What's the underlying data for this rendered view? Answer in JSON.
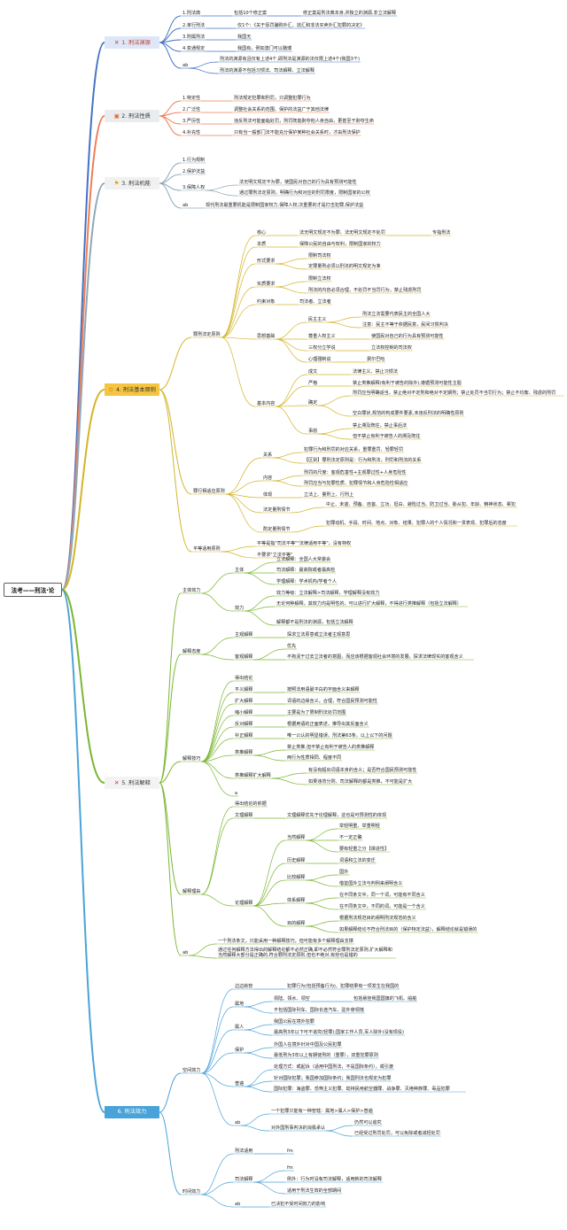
{
  "root": "法考——刑法·论",
  "colors": {
    "s1": "#4472c4",
    "s2": "#ed7d55",
    "s3": "#8fa8b8",
    "s4": "#d4b42a",
    "s5": "#7ab632",
    "s6": "#4aa3d8"
  },
  "sections": [
    {
      "id": "s1",
      "label": "1. 刑法渊源",
      "icon": "cross-icon",
      "glyph": "✕",
      "fill": "#dde7f7",
      "iconColor": "#c0392b",
      "textColor": "#c0392b"
    },
    {
      "id": "s2",
      "label": "2. 刑法性质",
      "icon": "robot-icon",
      "glyph": "▣",
      "fill": "#e9edf0",
      "iconColor": "#e26a2c",
      "textColor": "#333"
    },
    {
      "id": "s3",
      "label": "3. 刑法机能",
      "icon": "flag-icon",
      "glyph": "⚑",
      "fill": "#f1f1f1",
      "iconColor": "#e8a300",
      "textColor": "#333"
    },
    {
      "id": "s4",
      "label": "4. 刑法基本原则",
      "icon": "star-icon",
      "glyph": "✩",
      "fill": "#f5c542",
      "iconColor": "#c05000",
      "textColor": "#333"
    },
    {
      "id": "s5",
      "label": "5. 刑法解释",
      "icon": "cross-icon",
      "glyph": "✕",
      "fill": "#f3f3f3",
      "iconColor": "#c0392b",
      "textColor": "#333"
    },
    {
      "id": "s6",
      "label": "6. 刑法效力",
      "icon": "",
      "glyph": "",
      "fill": "#4aa3d8",
      "iconColor": "#fff",
      "textColor": "#ffffff"
    }
  ],
  "nodes": [
    {
      "id": "s1a",
      "sec": "s1",
      "text": "1.刑法典"
    },
    {
      "id": "s1a1",
      "sec": "s1",
      "text": "包括10个修正案"
    },
    {
      "id": "s1a2",
      "sec": "s1",
      "text": "修正案是刑法典本身,并独立的渊源,非立法解释"
    },
    {
      "id": "s1b",
      "sec": "s1",
      "text": "2.单行刑法"
    },
    {
      "id": "s1b1",
      "sec": "s1",
      "text": "仅1个：《关于惩罚骗购外汇、逃汇和非法买卖外汇犯罪的决定》"
    },
    {
      "id": "s1c",
      "sec": "s1",
      "text": "3.附属刑法"
    },
    {
      "id": "s1c1",
      "sec": "s1",
      "text": "我国无"
    },
    {
      "id": "s1d",
      "sec": "s1",
      "text": "4.变通规定"
    },
    {
      "id": "s1d1",
      "sec": "s1",
      "text": "我国有，例如澳门可以赌博"
    },
    {
      "id": "s1e",
      "sec": "s1",
      "text": "ab"
    },
    {
      "id": "s1e1",
      "sec": "s1",
      "text": "刑法的渊源有且仅有上述4个,即刑法是渊源的法仅限上述4个(我国3个)"
    },
    {
      "id": "s1e2",
      "sec": "s1",
      "text": "刑法的渊源不包括习惯法、司法解释、立法解释"
    },
    {
      "id": "s2a",
      "sec": "s2",
      "text": "1.特定性"
    },
    {
      "id": "s2a1",
      "sec": "s2",
      "text": "刑法规定犯罪和刑罚，只调整犯罪行为"
    },
    {
      "id": "s2b",
      "sec": "s2",
      "text": "2.广泛性"
    },
    {
      "id": "s2b1",
      "sec": "s2",
      "text": "调整社会关系的范围、保护的法益广于其他法律"
    },
    {
      "id": "s2c",
      "sec": "s2",
      "text": "3.严厉性"
    },
    {
      "id": "s2c1",
      "sec": "s2",
      "text": "违反刑法可能面临处罚，刑罚既能剥夺他人身自由，更甚至于剥夺生命"
    },
    {
      "id": "s2d",
      "sec": "s2",
      "text": "4.补充性"
    },
    {
      "id": "s2d1",
      "sec": "s2",
      "text": "只有当一般部门法不能充分保护某种社会关系时，才由刑法保护"
    },
    {
      "id": "s3a",
      "sec": "s3",
      "text": "1.行为规制"
    },
    {
      "id": "s3b",
      "sec": "s3",
      "text": "2.保护法益"
    },
    {
      "id": "s3c",
      "sec": "s3",
      "text": "3.保障人权"
    },
    {
      "id": "s3c1",
      "sec": "s3",
      "text": "法无明文规定不为罪，使国民对自己的行为具有预测可能性"
    },
    {
      "id": "s3c2",
      "sec": "s3",
      "text": "通过罪刑法定原则，明确行为和对应的刑罚限度，限制国家的公权"
    },
    {
      "id": "s3d",
      "sec": "s3",
      "text": "ab"
    },
    {
      "id": "s3d1",
      "sec": "s3",
      "text": "现代刑法最重要机能是限制国家权力,保障人权;次重要的才是打击犯罪,保护法益"
    },
    {
      "id": "s4a",
      "sec": "s4",
      "text": "罪刑法定原则"
    },
    {
      "id": "s4a1",
      "sec": "s4",
      "text": "核心"
    },
    {
      "id": "s4a1a",
      "sec": "s4",
      "text": "法无明文规定不为罪、法无明文规定不处罚"
    },
    {
      "id": "s4a1b",
      "sec": "s4",
      "text": "专指刑法"
    },
    {
      "id": "s4a2",
      "sec": "s4",
      "text": "本质"
    },
    {
      "id": "s4a2a",
      "sec": "s4",
      "text": "保障公民的自由与权利，限制国家的权力"
    },
    {
      "id": "s4a3",
      "sec": "s4",
      "text": "形式要求"
    },
    {
      "id": "s4a3a",
      "sec": "s4",
      "text": "限制司法权"
    },
    {
      "id": "s4a3b",
      "sec": "s4",
      "text": "定罪量刑必须以刑法的明文规定为准"
    },
    {
      "id": "s4a4",
      "sec": "s4",
      "text": "实质要求"
    },
    {
      "id": "s4a4a",
      "sec": "s4",
      "text": "限制立法权"
    },
    {
      "id": "s4a4b",
      "sec": "s4",
      "text": "刑法的内容必须合理，不处罚不当罚行为，禁止残虐刑罚"
    },
    {
      "id": "s4a5",
      "sec": "s4",
      "text": "约束对象"
    },
    {
      "id": "s4a5a",
      "sec": "s4",
      "text": "司法者、立法者"
    },
    {
      "id": "s4a6",
      "sec": "s4",
      "text": "思想基础"
    },
    {
      "id": "s4a6a",
      "sec": "s4",
      "text": "民主主义"
    },
    {
      "id": "s4a6a1",
      "sec": "s4",
      "text": "刑法立法需要代表民主的全国人大"
    },
    {
      "id": "s4a6a2",
      "sec": "s4",
      "text": "注意：民主不等于依据民意，民间习惯判决"
    },
    {
      "id": "s4a6b",
      "sec": "s4",
      "text": "尊重人权主义"
    },
    {
      "id": "s4a6b1",
      "sec": "s4",
      "text": "使国民对自己的行为具有预测可能性"
    },
    {
      "id": "s4a6c",
      "sec": "s4",
      "text": "三权分立学说"
    },
    {
      "id": "s4a6c1",
      "sec": "s4",
      "text": "立法权控制的司法权"
    },
    {
      "id": "s4a6d",
      "sec": "s4",
      "text": "心理强制说"
    },
    {
      "id": "s4a6d1",
      "sec": "s4",
      "text": "费尔巴哈"
    },
    {
      "id": "s4a7",
      "sec": "s4",
      "text": "基本内容"
    },
    {
      "id": "s4a7a",
      "sec": "s4",
      "text": "成文"
    },
    {
      "id": "s4a7a1",
      "sec": "s4",
      "text": "法律主义、禁止习惯法"
    },
    {
      "id": "s4a7b",
      "sec": "s4",
      "text": "严格"
    },
    {
      "id": "s4a7b1",
      "sec": "s4",
      "text": "禁止类推解释(有利于被告的除外),遵循预测可能性主题"
    },
    {
      "id": "s4a7c",
      "sec": "s4",
      "text": "确定"
    },
    {
      "id": "s4a7c1",
      "sec": "s4",
      "text": "刑罚应当明确适当，禁止绝对不定刑和绝对不定期刑；禁止处罚不当罚行为；禁止不均衡、残虐的刑罚"
    },
    {
      "id": "s4a7c2",
      "sec": "s4",
      "text": "空白罪状,规范的构成要件要素,未违反刑法的明确性原则"
    },
    {
      "id": "s4a7d",
      "sec": "s4",
      "text": "事前"
    },
    {
      "id": "s4a7d1",
      "sec": "s4",
      "text": "禁止溯及既往，禁止事后法"
    },
    {
      "id": "s4a7d2",
      "sec": "s4",
      "text": "但不禁止有利于被告人的溯及既往"
    },
    {
      "id": "s4b",
      "sec": "s4",
      "text": "罪行相适应原则"
    },
    {
      "id": "s4b1",
      "sec": "s4",
      "text": "关系"
    },
    {
      "id": "s4b1a",
      "sec": "s4",
      "text": "犯罪行为和刑罚的对应关系，重罪重罚、轻罪轻罚"
    },
    {
      "id": "s4b1b",
      "sec": "s4",
      "text": "【区别】罪刑法定原则是：行为和刑法，刑罚和刑法的关系"
    },
    {
      "id": "s4b2",
      "sec": "s4",
      "text": "内容"
    },
    {
      "id": "s4b2a",
      "sec": "s4",
      "text": "刑罚的尺度：客观危害性+主观罪过性+人身危险性"
    },
    {
      "id": "s4b2b",
      "sec": "s4",
      "text": "刑罚应当与犯罪性质、犯罪情节和人身危险性相适应"
    },
    {
      "id": "s4b3",
      "sec": "s4",
      "text": "体现"
    },
    {
      "id": "s4b3a",
      "sec": "s4",
      "text": "立法上、量刑上、行刑上"
    },
    {
      "id": "s4b4",
      "sec": "s4",
      "text": "法定量刑情节"
    },
    {
      "id": "s4b4a",
      "sec": "s4",
      "text": "中止、未遂、预备、自首、立功、坦白、避险过当、防卫过当、胁从犯、年龄、精神状态、累犯"
    },
    {
      "id": "s4b5",
      "sec": "s4",
      "text": "酌定量刑情节"
    },
    {
      "id": "s4b5a",
      "sec": "s4",
      "text": "犯罪动机、手段、时间、地点、对象、结果、犯罪人的个人情况和一贯表现、犯罪后的态度"
    },
    {
      "id": "s4c",
      "sec": "s4",
      "text": "平等适用原则"
    },
    {
      "id": "s4c1",
      "sec": "s4",
      "text": "平等是指\"司法平等\"\"法律适用平等\"，没有特权"
    },
    {
      "id": "s4c2",
      "sec": "s4",
      "text": "不要求\"立法平等\""
    },
    {
      "id": "s5a",
      "sec": "s5",
      "text": "主体效力"
    },
    {
      "id": "s5a1",
      "sec": "s5",
      "text": "主体"
    },
    {
      "id": "s5a1a",
      "sec": "s5",
      "text": "立法解释：全国人大常委会"
    },
    {
      "id": "s5a1b",
      "sec": "s5",
      "text": "司法解释：最高院或者最高检"
    },
    {
      "id": "s5a1c",
      "sec": "s5",
      "text": "学理解释：学术机构/学者个人"
    },
    {
      "id": "s5a2",
      "sec": "s5",
      "text": "效力"
    },
    {
      "id": "s5a2a",
      "sec": "s5",
      "text": "效力等级：立法解释>司法解释，学理解释没有效力"
    },
    {
      "id": "s5a2b",
      "sec": "s5",
      "text": "无论何种解释，其效力均是明性的，可以进行扩大解释，不得进行类推解释（包括立法解释）"
    },
    {
      "id": "s5a2c",
      "sec": "s5",
      "text": "解释都不是刑法的渊源，包括立法解释"
    },
    {
      "id": "s5b",
      "sec": "s5",
      "text": "解释态度"
    },
    {
      "id": "s5b1",
      "sec": "s5",
      "text": "主观解释"
    },
    {
      "id": "s5b1a",
      "sec": "s5",
      "text": "探求立法原意或立法者主观意思"
    },
    {
      "id": "s5b2",
      "sec": "s5",
      "text": "客观解释"
    },
    {
      "id": "s5b2a",
      "sec": "s5",
      "text": "优先"
    },
    {
      "id": "s5b2b",
      "sec": "s5",
      "text": "不拘泥于过去立法者的意图，而应该根据客观社会环境的发展，探求法律现实的客观含义"
    },
    {
      "id": "s5c",
      "sec": "s5",
      "text": "解释技巧"
    },
    {
      "id": "s5c0",
      "sec": "s5",
      "text": "得出结论"
    },
    {
      "id": "s5c1",
      "sec": "s5",
      "text": "平义解释"
    },
    {
      "id": "s5c1a",
      "sec": "s5",
      "text": "按照法用语最平白的字面含义来解释"
    },
    {
      "id": "s5c2",
      "sec": "s5",
      "text": "扩大解释"
    },
    {
      "id": "s5c2a",
      "sec": "s5",
      "text": "词语的边缘含义，合理，符合国民预测可能性"
    },
    {
      "id": "s5c3",
      "sec": "s5",
      "text": "缩小解释"
    },
    {
      "id": "s5c3a",
      "sec": "s5",
      "text": "主要是为了限制刑法处罚范围"
    },
    {
      "id": "s5c4",
      "sec": "s5",
      "text": "反对解释"
    },
    {
      "id": "s5c4a",
      "sec": "s5",
      "text": "根据用语的正面表述，推导出其反面含义"
    },
    {
      "id": "s5c5",
      "sec": "s5",
      "text": "补正解释"
    },
    {
      "id": "s5c5a",
      "sec": "s5",
      "text": "唯一公认的明显错误，刑法第63条，以上以下的问题"
    },
    {
      "id": "s5c6",
      "sec": "s5",
      "text": "类推解释"
    },
    {
      "id": "s5c6a",
      "sec": "s5",
      "text": "禁止类推,但不禁止有利于被告人的类推解释"
    },
    {
      "id": "s5c6b",
      "sec": "s5",
      "text": "两行为性质相同、程度不同"
    },
    {
      "id": "s5c7",
      "sec": "s5",
      "text": "类推解释扩大解释"
    },
    {
      "id": "s5c7a",
      "sec": "s5",
      "text": "有没有超出词语本身的含义；是否符合国民预测可能性"
    },
    {
      "id": "s5c7b",
      "sec": "s5",
      "text": "如果违背分则、司法解释的都是类推，不可能是扩大"
    },
    {
      "id": "s5c8",
      "sec": "s5",
      "text": "a"
    },
    {
      "id": "s5d",
      "sec": "s5",
      "text": "解释理由"
    },
    {
      "id": "s5d0",
      "sec": "s5",
      "text": "得出结论的依据"
    },
    {
      "id": "s5d1",
      "sec": "s5",
      "text": "文理解释"
    },
    {
      "id": "s5d1a",
      "sec": "s5",
      "text": "文理解释优先于论理解释，这也是可预测性的体现"
    },
    {
      "id": "s5d2",
      "sec": "s5",
      "text": "论理解释"
    },
    {
      "id": "s5d2a",
      "sec": "s5",
      "text": "当然解释"
    },
    {
      "id": "s5d2a1",
      "sec": "s5",
      "text": "举轻明重、举重明轻"
    },
    {
      "id": "s5d2a2",
      "sec": "s5",
      "text": "不一定正确"
    },
    {
      "id": "s5d2a3",
      "sec": "s5",
      "text": "要有轻重之分【课进性】"
    },
    {
      "id": "s5d2b",
      "sec": "s5",
      "text": "历史解释"
    },
    {
      "id": "s5d2b1",
      "sec": "s5",
      "text": "词语和立法的变迁"
    },
    {
      "id": "s5d2c",
      "sec": "s5",
      "text": "比较解释"
    },
    {
      "id": "s5d2c1",
      "sec": "s5",
      "text": "国外"
    },
    {
      "id": "s5d2c2",
      "sec": "s5",
      "text": "借鉴国外立法与判例来阐明含义"
    },
    {
      "id": "s5d2d",
      "sec": "s5",
      "text": "体系解释"
    },
    {
      "id": "s5d2d1",
      "sec": "s5",
      "text": "在不同条文中，同一个词，可能有不同含义"
    },
    {
      "id": "s5d2d2",
      "sec": "s5",
      "text": "在不同条文中，不同的词，可能是一个含义"
    },
    {
      "id": "s5d2e",
      "sec": "s5",
      "text": "目的解释"
    },
    {
      "id": "s5d2e1",
      "sec": "s5",
      "text": "根据刑法规范目的阐明刑法规范的含义"
    },
    {
      "id": "s5d2e2",
      "sec": "s5",
      "text": "如果解释结论不符合刑法目的（保护特定法益），解释结论就是错误的"
    },
    {
      "id": "s5e",
      "sec": "s5",
      "text": "ab"
    },
    {
      "id": "s5e1",
      "sec": "s5",
      "text": "一个刑法条文，只能采用一种解释技巧，但可能有多个解释理由支撑"
    },
    {
      "id": "s5e2",
      "sec": "s5",
      "text": "通过任何解释方法得出的解释结论都不必然正确,即不必然符合罪刑法定原则,扩大解释和当然解释大部分是正确的,符合罪刑法定原则,但也不绝对,有些也是错的"
    },
    {
      "id": "s6a",
      "sec": "s6",
      "text": "空间效力"
    },
    {
      "id": "s6a1",
      "sec": "s6",
      "text": "边边就管"
    },
    {
      "id": "s6a1a",
      "sec": "s6",
      "text": "犯罪行为(包括预备行为)、犯罪结果有一项发生在我国的"
    },
    {
      "id": "s6a2",
      "sec": "s6",
      "text": "属地"
    },
    {
      "id": "s6a2a",
      "sec": "s6",
      "text": "领陆、领水、领空"
    },
    {
      "id": "s6a2a1",
      "sec": "s6",
      "text": "包括悬挂我国国旗的飞机、船舶"
    },
    {
      "id": "s6a2b",
      "sec": "s6",
      "text": "不包括国际列车、国际长途汽车、驻外使领馆"
    },
    {
      "id": "s6a3",
      "sec": "s6",
      "text": "属人"
    },
    {
      "id": "s6a3a",
      "sec": "s6",
      "text": "我国公民在境外犯罪"
    },
    {
      "id": "s6a3b",
      "sec": "s6",
      "text": "最高刑3年以下可不追究(轻罪);国家工作人员,军人除外(没有现役)"
    },
    {
      "id": "s6a4",
      "sec": "s6",
      "text": "保护"
    },
    {
      "id": "s6a4a",
      "sec": "s6",
      "text": "外国人在境外针对中国及公民犯罪"
    },
    {
      "id": "s6a4b",
      "sec": "s6",
      "text": "最低刑为3年以上有期徒刑的（重罪），双重犯罪原则"
    },
    {
      "id": "s6a5",
      "sec": "s6",
      "text": "普遍"
    },
    {
      "id": "s6a5a",
      "sec": "s6",
      "text": "处理方式：或起诉（适用中国刑法，不是国际条约），或引渡"
    },
    {
      "id": "s6a5b",
      "sec": "s6",
      "text": "针对国际犯罪；我国参加国际条约；我国刑法也规定为犯罪"
    },
    {
      "id": "s6a5c",
      "sec": "s6",
      "text": "国际犯罪：海盗罪、恐怖主义犯罪、劫持民用航空器罪、战争罪、灭绝种族罪、毒品犯罪"
    },
    {
      "id": "s6a6",
      "sec": "s6",
      "text": "ab"
    },
    {
      "id": "s6a6a",
      "sec": "s6",
      "text": "一个犯罪只能有一种管辖：属地>属人>保护>普遍"
    },
    {
      "id": "s6a6b",
      "sec": "s6",
      "text": "对外国刑事判决的消极承认"
    },
    {
      "id": "s6a6b1",
      "sec": "s6",
      "text": "仍然可以追究"
    },
    {
      "id": "s6a6b2",
      "sec": "s6",
      "text": "已经受过刑罚处罚，可以免除或者减轻处罚"
    },
    {
      "id": "s6b",
      "sec": "s6",
      "text": "时间效力"
    },
    {
      "id": "s6b1",
      "sec": "s6",
      "text": "刑法适用"
    },
    {
      "id": "s6b1a",
      "sec": "s6",
      "text": "fm"
    },
    {
      "id": "s6b2",
      "sec": "s6",
      "text": "司法解释"
    },
    {
      "id": "s6b2a",
      "sec": "s6",
      "text": "fm"
    },
    {
      "id": "s6b2b",
      "sec": "s6",
      "text": "例外：行为时没有司法解释，适用新的司法解释"
    },
    {
      "id": "s6b2c",
      "sec": "s6",
      "text": "适用于刑法生效的全部期间"
    },
    {
      "id": "s6b3",
      "sec": "s6",
      "text": "ab"
    },
    {
      "id": "s6b3a",
      "sec": "s6",
      "text": "已决犯不受时间效力的影响"
    }
  ]
}
